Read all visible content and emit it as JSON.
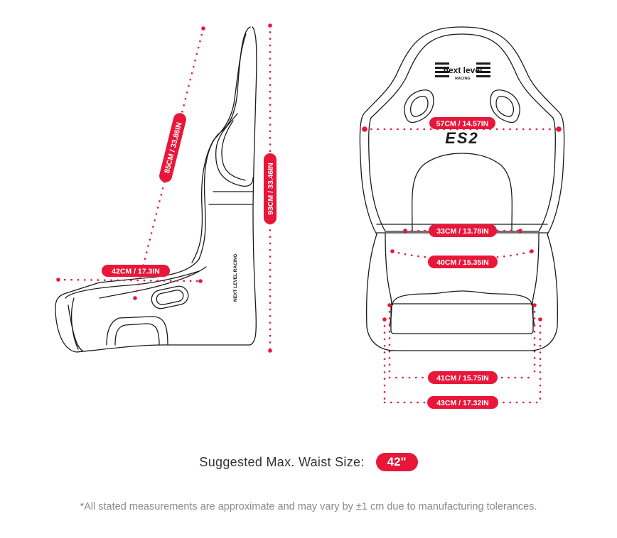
{
  "side_view": {
    "brand_text": "NEXT LEVEL RACING",
    "measurements": {
      "depth": "42CM / 17.3IN",
      "back_length": "85CM / 33.86IN",
      "height": "93CM / 33.46IN"
    }
  },
  "front_view": {
    "logo_text": "next level",
    "logo_subtext": "RACING",
    "model_name": "ES2",
    "measurements": {
      "shoulder_width": "57CM / 14.57IN",
      "back_width": "33CM / 13.78IN",
      "hip_width": "40CM / 15.35IN",
      "seat_inner_width": "41CM / 15.75IN",
      "seat_outer_width": "43CM / 17.32IN"
    }
  },
  "waist": {
    "label": "Suggested Max. Waist Size:",
    "value": "42\""
  },
  "footnote": "*All stated measurements are approximate and may vary by ±1 cm due to manufacturing tolerances.",
  "colors": {
    "accent": "#e8173a",
    "outline": "#1a1a1a",
    "label_text": "#333333",
    "footnote_text": "#8a8a8a"
  }
}
